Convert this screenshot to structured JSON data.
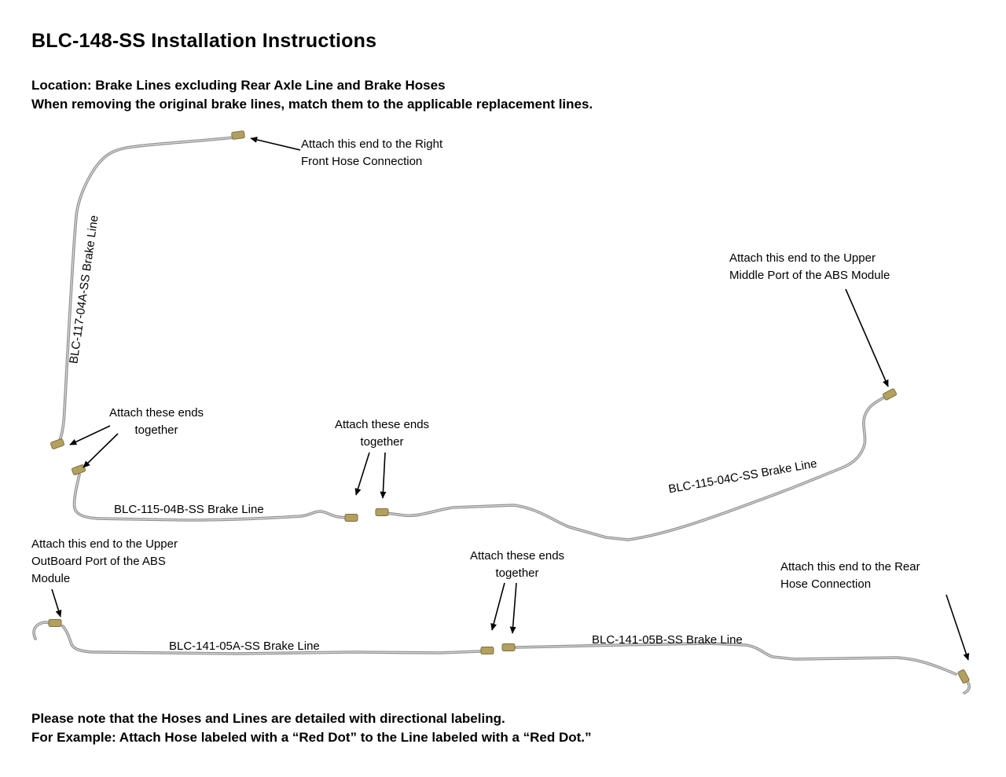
{
  "page": {
    "title": "BLC-148-SS Installation Instructions",
    "location_line": "Location: Brake Lines excluding Rear Axle Line and Brake Hoses",
    "removal_line": "When removing the original brake lines, match them to the applicable replacement lines.",
    "footer_note": "Please note that the Hoses and Lines are detailed with directional labeling.",
    "footer_example": "For Example: Attach Hose labeled with a “Red Dot” to the Line labeled with a “Red Dot.”"
  },
  "line_labels": {
    "blc_117_04a": "BLC-117-04A-SS Brake Line",
    "blc_115_04b": "BLC-115-04B-SS Brake Line",
    "blc_115_04c": "BLC-115-04C-SS Brake Line",
    "blc_141_05a": "BLC-141-05A-SS Brake Line",
    "blc_141_05b": "BLC-141-05B-SS Brake Line"
  },
  "annotations": {
    "right_front_hose": "Attach this end to the Right\nFront Hose Connection",
    "ends_together_1": "Attach these ends\ntogether",
    "ends_together_2": "Attach these ends\ntogether",
    "upper_middle_port": "Attach this end to the Upper\nMiddle Port of the ABS Module",
    "upper_outboard_port": "Attach this end to the Upper\nOutBoard Port of the ABS\nModule",
    "ends_together_3": "Attach these ends\ntogether",
    "rear_hose": "Attach this end to the Rear\nHose Connection"
  },
  "colors": {
    "line_base": "#8f8f8f",
    "line_highlight": "#d8d8d8",
    "fitting_fill": "#b3a061",
    "fitting_stroke": "#7d6f3e",
    "arrow": "#000000"
  }
}
